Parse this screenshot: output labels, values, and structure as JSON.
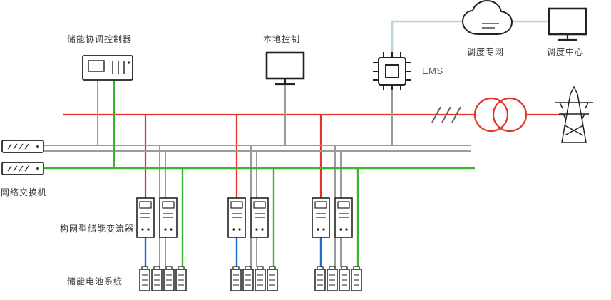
{
  "labels": {
    "coordinator": "储能协调控制器",
    "local_control": "本地控制",
    "ems": "EMS",
    "dispatch_network": "调度专网",
    "dispatch_center": "调度中心",
    "network_switch": "网络交换机",
    "converter": "构网型储能变流器",
    "battery_system": "储能电池系统"
  },
  "colors": {
    "power_ac": "#e63329",
    "comm_gray": "#9b9b9b",
    "comm_green": "#3cb32c",
    "dc_blue": "#1f6fd0",
    "dispatch_link": "#b7d3dd",
    "icon_stroke": "#222222",
    "break_mark": "#666666"
  }
}
